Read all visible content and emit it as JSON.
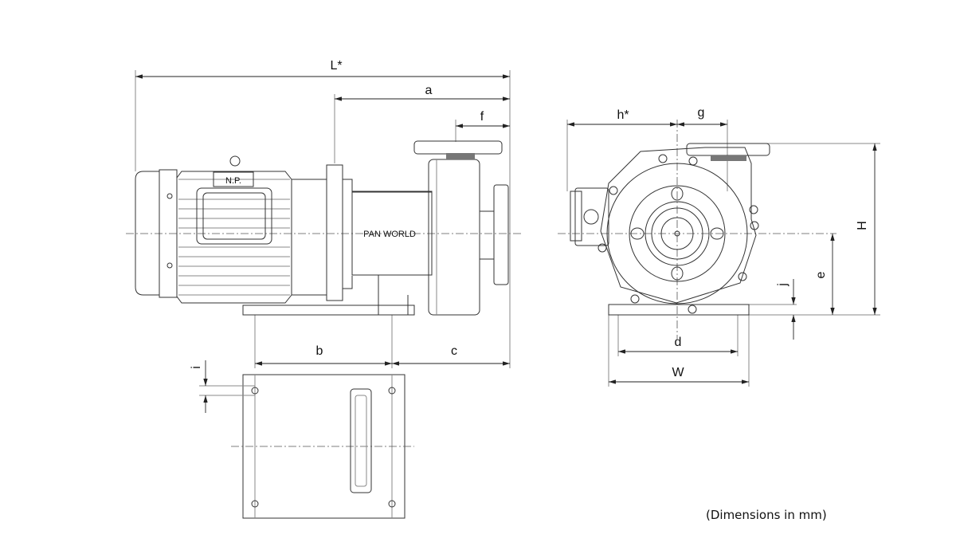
{
  "side_view": {
    "nameplate": "N.P.",
    "brand_text": "PAN WORLD",
    "dims": {
      "L": "L*",
      "a": "a",
      "f": "f",
      "b": "b",
      "c": "c",
      "i": "i"
    }
  },
  "front_view": {
    "dims": {
      "h": "h*",
      "g": "g",
      "H": "H",
      "e": "e",
      "j": "j",
      "d": "d",
      "W": "W"
    }
  },
  "note": "(Dimensions in mm)"
}
